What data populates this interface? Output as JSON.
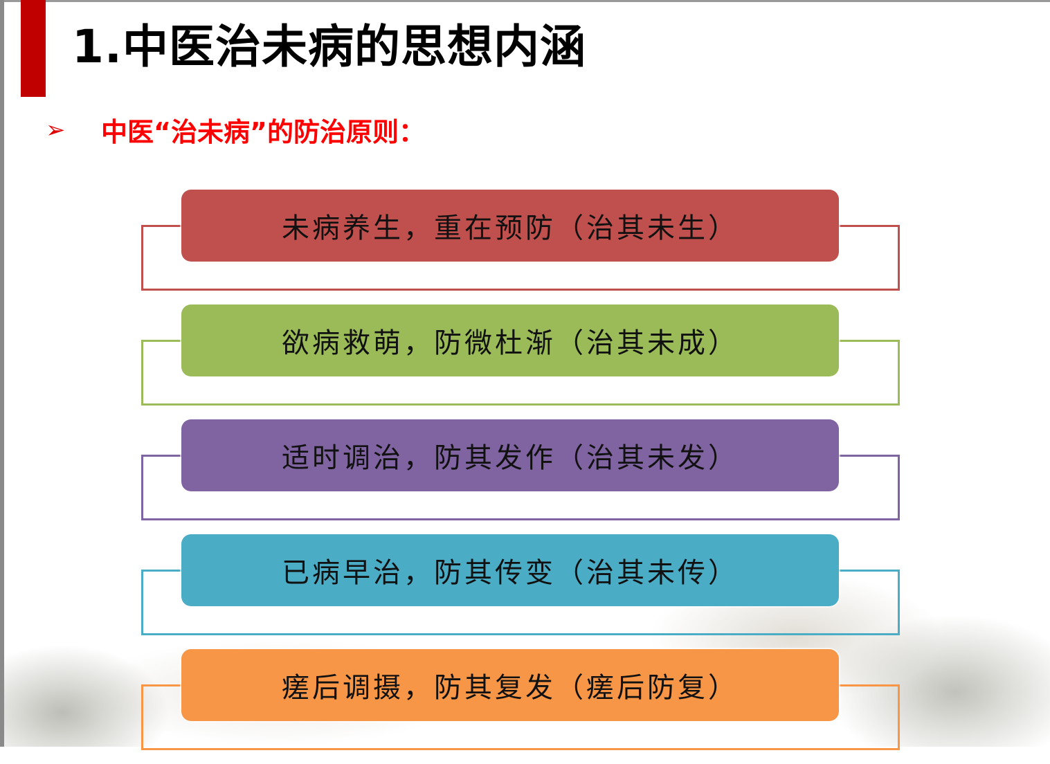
{
  "slide": {
    "title": "1.中医治未病的思想内涵",
    "subtitle_bullet": "➢",
    "subtitle": "中医“治未病”的防治原则："
  },
  "principles": [
    {
      "text": "未病养生，重在预防（治其未生）",
      "color": "#c0504d"
    },
    {
      "text": "欲病救萌，防微杜渐（治其未成）",
      "color": "#9bbb59"
    },
    {
      "text": "适时调治，防其发作（治其未发）",
      "color": "#8064a2"
    },
    {
      "text": "已病早治，防其传变（治其未传）",
      "color": "#4bacc6"
    },
    {
      "text": "瘥后调摄，防其复发（瘥后防复）",
      "color": "#f79646"
    }
  ]
}
